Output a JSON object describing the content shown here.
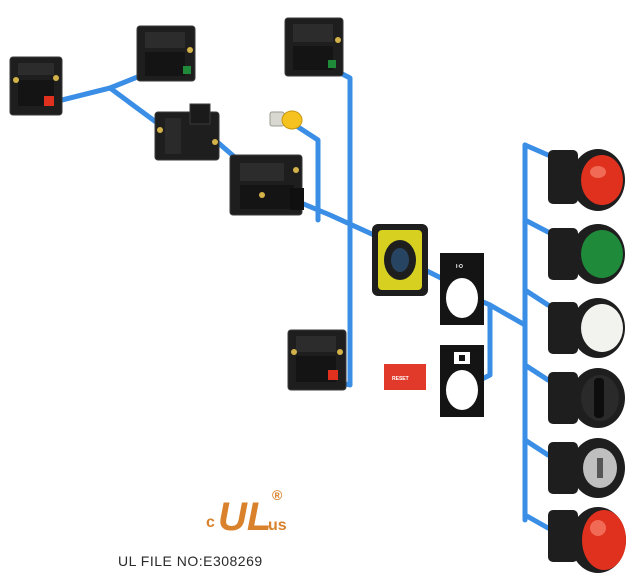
{
  "colors": {
    "wire": "#3a8ee6",
    "housing": "#1e1e1e",
    "housing_edge": "#3a3a3a",
    "terminal": "#d4b24a",
    "red_button": "#e0301e",
    "green_button": "#1f8a3a",
    "white_button": "#f2f2ee",
    "adapter_yellow": "#d8d020",
    "lamp_yellow": "#f5c220",
    "reset_plate": "#e23a2a",
    "ul_logo": "#d9822b",
    "text": "#2a2a2a"
  },
  "reset_plate_text": "RESET",
  "legend_plate_text": "I·O",
  "ul_logo": {
    "c_letter": "c",
    "mark": "UL",
    "us_letters": "us",
    "registered": "®"
  },
  "ul_file_label": "UL FILE NO:E308269",
  "button_heads": [
    {
      "kind": "red-flush",
      "icon": "red-push-button-icon"
    },
    {
      "kind": "green-flush",
      "icon": "green-push-button-icon"
    },
    {
      "kind": "white-flush",
      "icon": "white-push-button-icon"
    },
    {
      "kind": "selector",
      "icon": "selector-switch-icon"
    },
    {
      "kind": "key",
      "icon": "key-switch-icon"
    },
    {
      "kind": "red-mushroom",
      "icon": "emergency-stop-icon"
    }
  ]
}
